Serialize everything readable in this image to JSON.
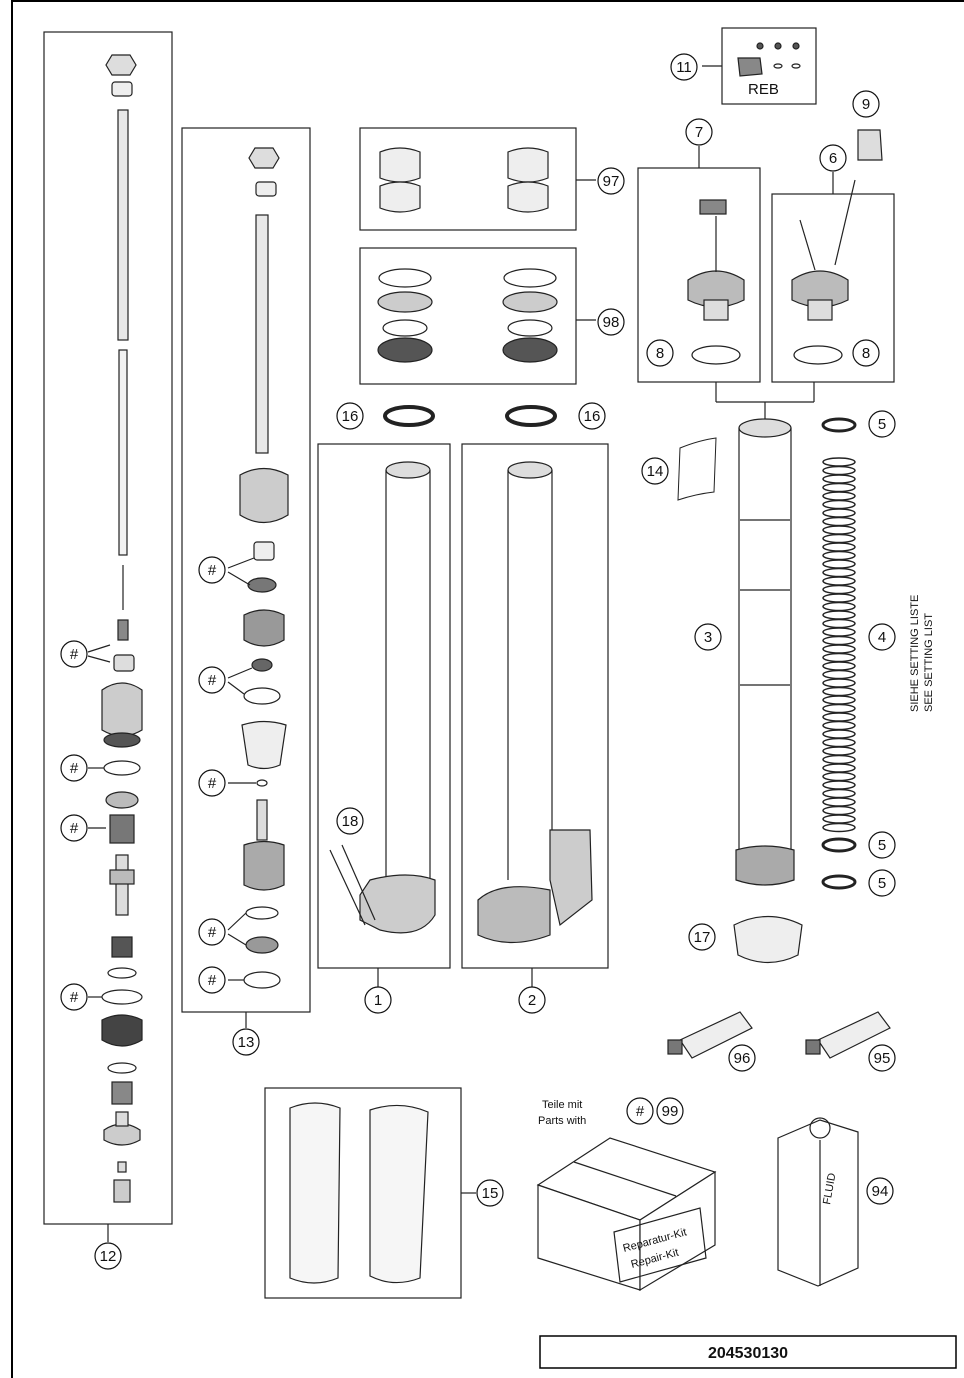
{
  "callouts": {
    "c1": "1",
    "c2": "2",
    "c3": "3",
    "c4": "4",
    "c5": "5",
    "c6": "6",
    "c7": "7",
    "c8": "8",
    "c9": "9",
    "c11": "11",
    "c12": "12",
    "c13": "13",
    "c14": "14",
    "c15": "15",
    "c16": "16",
    "c17": "17",
    "c18": "18",
    "c94": "94",
    "c95": "95",
    "c96": "96",
    "c97": "97",
    "c98": "98",
    "c99": "99",
    "hash": "#"
  },
  "texts": {
    "reb": "REB",
    "siehe": "SIEHE SETTING LISTE",
    "see": "SEE SETTING LIST",
    "teile": "Teile mit",
    "parts": "Parts with",
    "repair_de": "Reparatur-Kit",
    "repair_en": "Repair-Kit",
    "fluid": "FLUID",
    "drawing_number": "204530130"
  }
}
